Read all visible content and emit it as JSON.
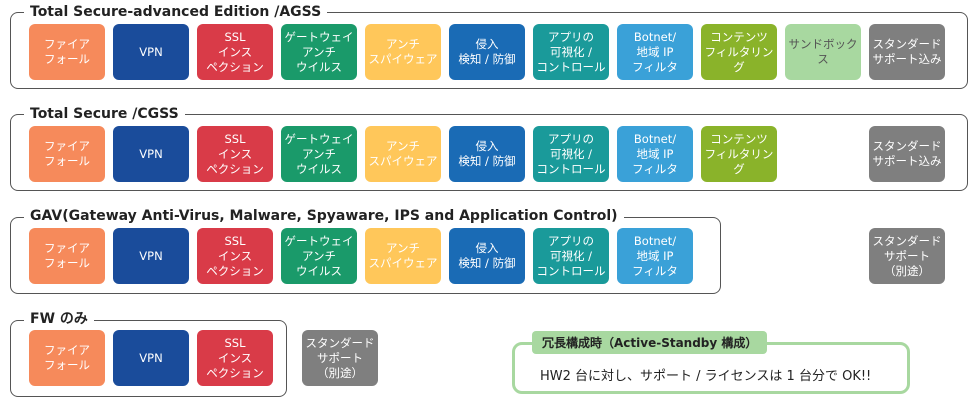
{
  "colors": {
    "firewall": "#f68a5b",
    "vpn": "#1a4c9b",
    "ssl": "#d93b48",
    "gateway_av": "#1a9a6a",
    "antispyware": "#ffc75a",
    "ips": "#1a6bb5",
    "app_control": "#1a9a9a",
    "botnet": "#3aa1d8",
    "content_filter": "#8ab32a",
    "sandbox": "#a8d8a0",
    "support": "#7f7f7f",
    "note_border": "#a8d8a0"
  },
  "groups": [
    {
      "title": "Total Secure-advanced Edition /AGSS",
      "tiles": [
        {
          "label": "ファイア\nフォール",
          "color_key": "firewall"
        },
        {
          "label": "VPN",
          "color_key": "vpn"
        },
        {
          "label": "SSL\nインス\nペクション",
          "color_key": "ssl"
        },
        {
          "label": "ゲートウェイ\nアンチ\nウイルス",
          "color_key": "gateway_av"
        },
        {
          "label": "アンチ\nスパイウェア",
          "color_key": "antispyware"
        },
        {
          "label": "侵入\n検知 / 防御",
          "color_key": "ips"
        },
        {
          "label": "アプリの\n可視化 /\nコントロール",
          "color_key": "app_control"
        },
        {
          "label": "Botnet/\n地域 IP\nフィルタ",
          "color_key": "botnet"
        },
        {
          "label": "コンテンツ\nフィルタリング",
          "color_key": "content_filter"
        },
        {
          "label": "サンドボックス",
          "color_key": "sandbox"
        },
        {
          "label": "スタンダード\nサポート込み",
          "color_key": "support"
        }
      ]
    },
    {
      "title": "Total Secure /CGSS",
      "tiles": [
        {
          "label": "ファイア\nフォール",
          "color_key": "firewall"
        },
        {
          "label": "VPN",
          "color_key": "vpn"
        },
        {
          "label": "SSL\nインス\nペクション",
          "color_key": "ssl"
        },
        {
          "label": "ゲートウェイ\nアンチ\nウイルス",
          "color_key": "gateway_av"
        },
        {
          "label": "アンチ\nスパイウェア",
          "color_key": "antispyware"
        },
        {
          "label": "侵入\n検知 / 防御",
          "color_key": "ips"
        },
        {
          "label": "アプリの\n可視化 /\nコントロール",
          "color_key": "app_control"
        },
        {
          "label": "Botnet/\n地域 IP\nフィルタ",
          "color_key": "botnet"
        },
        {
          "label": "コンテンツ\nフィルタリング",
          "color_key": "content_filter"
        },
        {
          "label": "スタンダード\nサポート込み",
          "color_key": "support"
        }
      ]
    },
    {
      "title": "GAV(Gateway Anti-Virus, Malware, Spyaware, IPS and Application Control)",
      "tiles": [
        {
          "label": "ファイア\nフォール",
          "color_key": "firewall"
        },
        {
          "label": "VPN",
          "color_key": "vpn"
        },
        {
          "label": "SSL\nインス\nペクション",
          "color_key": "ssl"
        },
        {
          "label": "ゲートウェイ\nアンチ\nウイルス",
          "color_key": "gateway_av"
        },
        {
          "label": "アンチ\nスパイウェア",
          "color_key": "antispyware"
        },
        {
          "label": "侵入\n検知 / 防御",
          "color_key": "ips"
        },
        {
          "label": "アプリの\n可視化 /\nコントロール",
          "color_key": "app_control"
        },
        {
          "label": "Botnet/\n地域 IP\nフィルタ",
          "color_key": "botnet"
        },
        {
          "label": "スタンダード\nサポート\n（別途）",
          "color_key": "support"
        }
      ]
    },
    {
      "title": "FW のみ",
      "tiles": [
        {
          "label": "ファイア\nフォール",
          "color_key": "firewall"
        },
        {
          "label": "VPN",
          "color_key": "vpn"
        },
        {
          "label": "SSL\nインス\nペクション",
          "color_key": "ssl"
        },
        {
          "label": "スタンダード\nサポート\n（別途）",
          "color_key": "support"
        }
      ]
    }
  ],
  "note": {
    "title": "冗長構成時（Active-Standby 構成）",
    "text": "HW2 台に対し、サポート / ライセンスは 1 台分で OK!!"
  }
}
